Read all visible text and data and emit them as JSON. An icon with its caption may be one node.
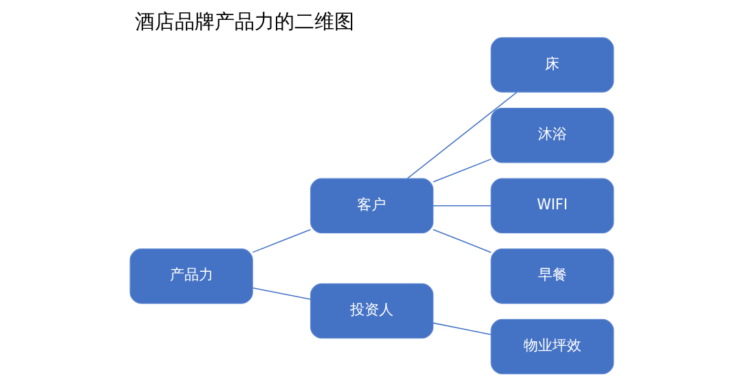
{
  "diagram": {
    "title": "酒店品牌产品力的二维图",
    "nodes": [
      {
        "text": [
          "产品力"
        ]
      },
      {
        "text": [
          "客户"
        ]
      },
      {
        "text": [
          "投资人"
        ]
      },
      {
        "text": [
          "床"
        ]
      },
      {
        "text": [
          "沐浴"
        ]
      },
      {
        "text": [
          "WIFI"
        ]
      },
      {
        "text": [
          "早餐"
        ]
      },
      {
        "text": [
          "物业坪效"
        ]
      }
    ],
    "edges": [
      {
        "from": 0,
        "to": 1,
        "arrow": "none"
      },
      {
        "from": 0,
        "to": 2,
        "arrow": "none"
      },
      {
        "from": 1,
        "to": 3,
        "arrow": "none"
      },
      {
        "from": 1,
        "to": 4,
        "arrow": "none"
      },
      {
        "from": 1,
        "to": 5,
        "arrow": "none"
      },
      {
        "from": 1,
        "to": 6,
        "arrow": "none"
      },
      {
        "from": 2,
        "to": 7,
        "arrow": "none"
      }
    ]
  }
}
